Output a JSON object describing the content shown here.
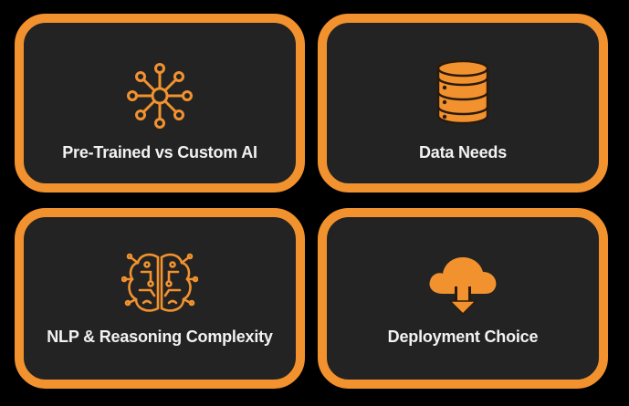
{
  "colors": {
    "accent": "#F2922F",
    "card_bg": "#232323",
    "page_bg": "#000000",
    "text": "#F2F2F2"
  },
  "cards": [
    {
      "label": "Pre-Trained vs Custom AI",
      "icon": "network-hub-icon"
    },
    {
      "label": "Data Needs",
      "icon": "database-icon"
    },
    {
      "label": "NLP & Reasoning Complexity",
      "icon": "circuit-brain-icon"
    },
    {
      "label": "Deployment Choice",
      "icon": "cloud-download-icon"
    }
  ]
}
